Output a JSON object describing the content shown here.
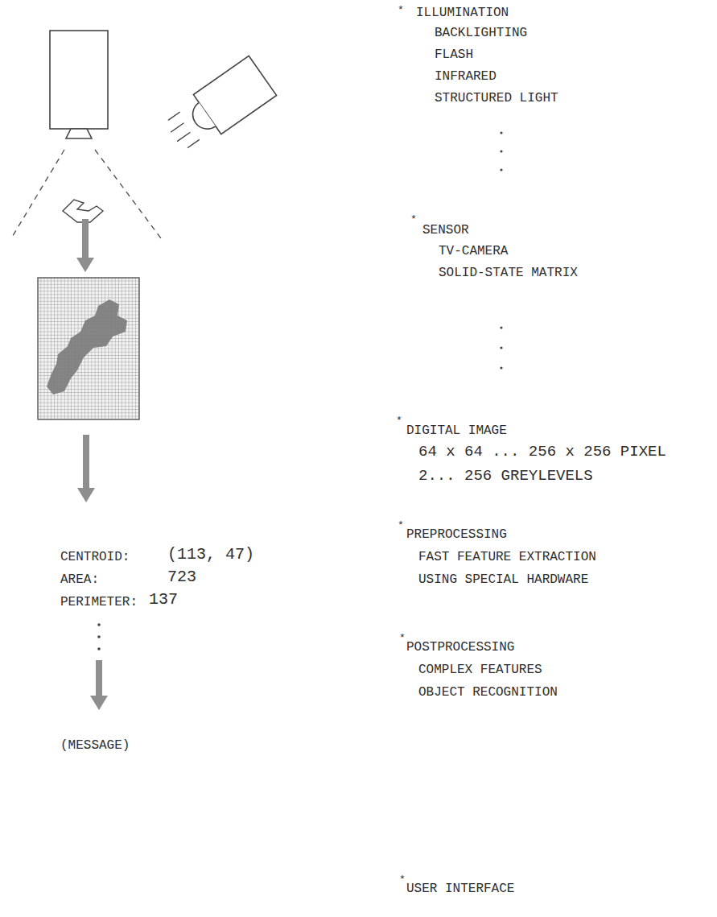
{
  "diagram": {
    "labels": [
      "*",
      "ILLUMINATION",
      "BACKLIGHTING",
      "FLASH",
      "INFRARED",
      "STRUCTURED LIGHT",
      "*",
      "SENSOR",
      "TV-CAMERA",
      "SOLID-STATE MATRIX",
      "*",
      "DIGITAL IMAGE",
      "64 x 64 ... 256 x 256 PIXEL",
      "2... 256 GREYLEVELS",
      "*",
      "PREPROCESSING",
      "FAST FEATURE EXTRACTION",
      "USING SPECIAL HARDWARE",
      "*",
      "POSTPROCESSING",
      "COMPLEX FEATURES",
      "OBJECT RECOGNITION",
      "*",
      "USER INTERFACE",
      "CENTROID:",
      "(113, 47)",
      "AREA:",
      "723",
      "PERIMETER:",
      "137",
      "(MESSAGE)"
    ]
  }
}
